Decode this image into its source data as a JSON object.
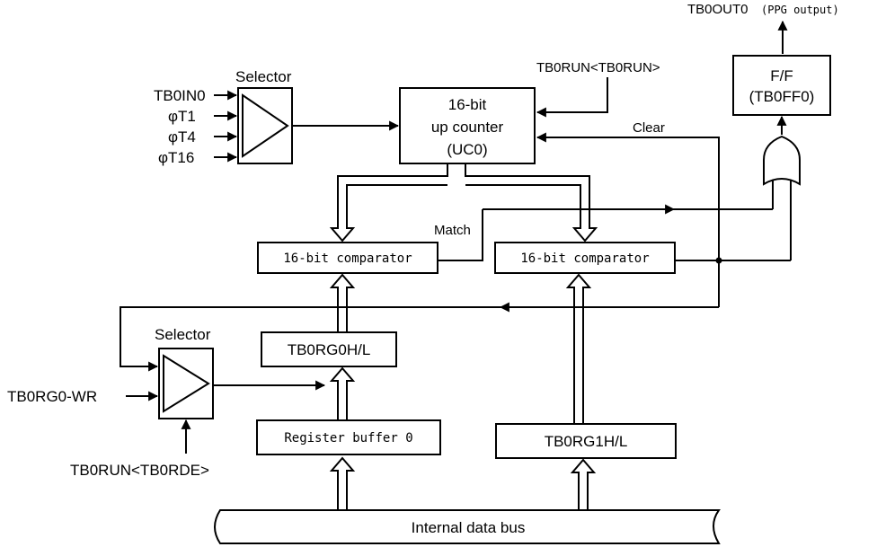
{
  "diagram": {
    "output_label": "TB0OUT0",
    "output_note": "(PPG output)",
    "ff_line1": "F/F",
    "ff_line2": "(TB0FF0)",
    "selector_top_label": "Selector",
    "inputs": [
      "TB0IN0",
      "φT1",
      "φT4",
      "φT16"
    ],
    "run_control_label": "TB0RUN<TB0RUN>",
    "counter_line1": "16-bit",
    "counter_line2": "up counter",
    "counter_line3": "(UC0)",
    "clear_label": "Clear",
    "match_label": "Match",
    "comparator0_label": "16-bit comparator",
    "comparator1_label": "16-bit comparator",
    "selector_bottom_label": "Selector",
    "reg0_label": "TB0RG0H/L",
    "write_input_label": "TB0RG0-WR",
    "buffer_label": "Register buffer 0",
    "rde_label": "TB0RUN<TB0RDE>",
    "reg1_label": "TB0RG1H/L",
    "bus_label": "Internal data bus"
  }
}
